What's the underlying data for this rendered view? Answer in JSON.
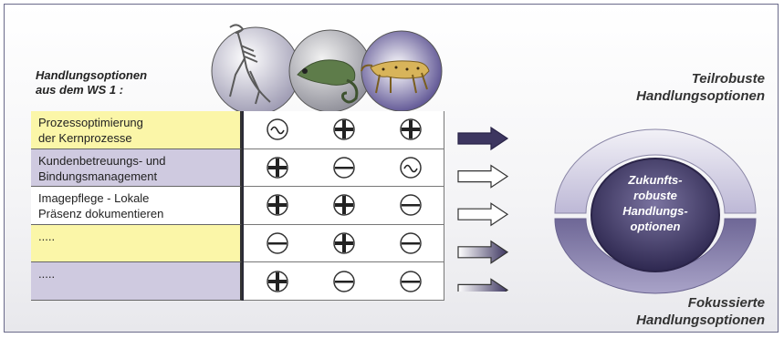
{
  "left_heading": [
    "Handlungsoptionen",
    "aus dem WS 1 :"
  ],
  "right_top_heading": [
    "Teilrobuste",
    "Handlungsoptionen"
  ],
  "right_bottom_heading": [
    "Fokussierte",
    "Handlungsoptionen"
  ],
  "center_label": [
    "Zukunfts-",
    "robuste",
    "Handlungs-",
    "optionen"
  ],
  "rows": [
    {
      "label": [
        "Prozessoptimierung",
        "der Kernprozesse"
      ],
      "bg": "#fbf6a8",
      "symbols": [
        "tilde",
        "plus",
        "plus"
      ]
    },
    {
      "label": [
        "Kundenbetreuungs- und",
        "Bindungsmanagement"
      ],
      "bg": "#cfcae0",
      "symbols": [
        "plus",
        "minus",
        "tilde"
      ]
    },
    {
      "label": [
        "Imagepflege - Lokale",
        "Präsenz dokumentieren"
      ],
      "bg": "#ffffff",
      "symbols": [
        "plus",
        "plus",
        "minus"
      ]
    },
    {
      "label": [
        ".....",
        ""
      ],
      "bg": "#fbf6a8",
      "symbols": [
        "minus",
        "plus",
        "minus"
      ]
    },
    {
      "label": [
        ".....",
        ""
      ],
      "bg": "#cfcae0",
      "symbols": [
        "plus",
        "minus",
        "minus"
      ]
    }
  ],
  "arrows": [
    "filled",
    "outline",
    "outline",
    "gradient",
    "gradient"
  ],
  "colors": {
    "accent": "#3d3660",
    "ring": "#a9a3c8",
    "ring_light": "#e6e4f0"
  },
  "images": [
    "dinosaur-skeleton",
    "chameleon",
    "cheetah"
  ]
}
